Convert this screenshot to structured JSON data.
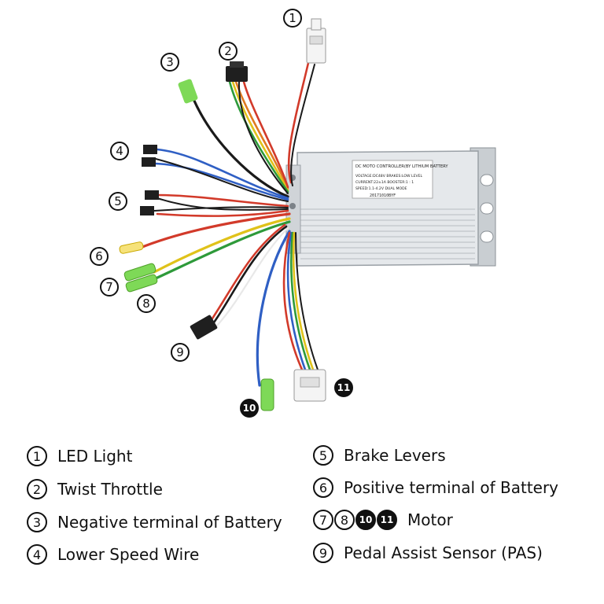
{
  "controller": {
    "line1": "DC MOTO CONTROLLER(BY LITHIUM BATTERY",
    "line2": "VOLTAGE:DC48V   BRAKES:LOW LEVEL",
    "line3": "CURRENT:22±1A      BOOSTER:1 : 1",
    "line4": "SPEED:1.1-4.2V DUAL MODE",
    "serial": "20171010BYF"
  },
  "callouts": [
    "1",
    "2",
    "3",
    "4",
    "5",
    "6",
    "7",
    "8",
    "9",
    "10",
    "11"
  ],
  "legend": {
    "left": [
      {
        "badges": [
          "1"
        ],
        "label": "LED Light"
      },
      {
        "badges": [
          "2"
        ],
        "label": "Twist Throttle"
      },
      {
        "badges": [
          "3"
        ],
        "label": "Negative terminal of Battery"
      },
      {
        "badges": [
          "4"
        ],
        "label": "Lower Speed Wire"
      }
    ],
    "right": [
      {
        "badges": [
          "5"
        ],
        "label": "Brake Levers"
      },
      {
        "badges": [
          "6"
        ],
        "label": "Positive terminal of Battery"
      },
      {
        "badges": [
          "7",
          "8",
          "10",
          "11"
        ],
        "label": "Motor"
      },
      {
        "badges": [
          "9"
        ],
        "label": "Pedal Assist Sensor (PAS)"
      }
    ]
  },
  "colors": {
    "red": "#d23a2a",
    "black": "#1a1a1a",
    "blue": "#2f5fc4",
    "yellow": "#e0c21a",
    "green": "#2e9a3a",
    "white": "#e8e8e8",
    "orange": "#e07a20",
    "connector_green": "#7ed957",
    "case": "#dfe3e6"
  }
}
